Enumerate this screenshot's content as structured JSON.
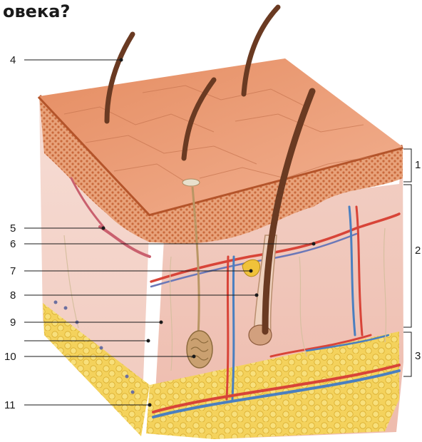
{
  "title": "овека?",
  "left_labels": [
    "4",
    "5",
    "6",
    "7",
    "8",
    "9",
    "10",
    "11"
  ],
  "layer_labels": [
    "1",
    "2",
    "3"
  ],
  "colors": {
    "skin_top": "#e9936a",
    "epidermis": "#d9793e",
    "dermis": "#f3d6cf",
    "fat": "#f3d35a",
    "hair": "#6a3a22",
    "artery": "#d84438",
    "vein": "#4a7fc0"
  }
}
